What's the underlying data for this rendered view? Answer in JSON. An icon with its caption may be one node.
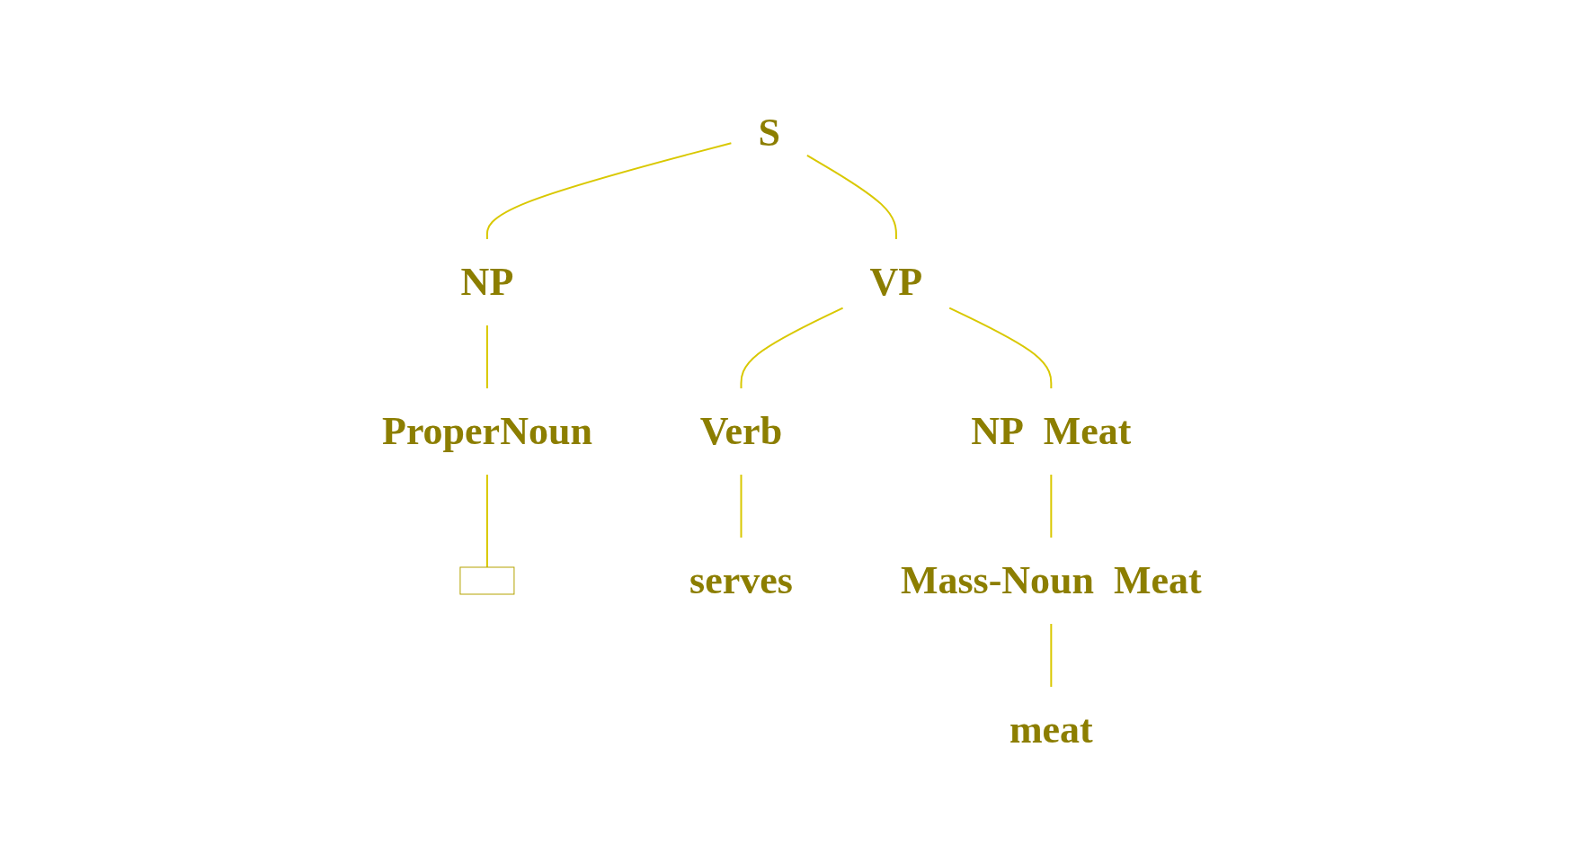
{
  "diagram": {
    "nodes": [
      {
        "text": [
          "S"
        ]
      },
      {
        "text": [
          "NP"
        ]
      },
      {
        "text": [
          "VP"
        ]
      },
      {
        "text": [
          "NP"
        ],
        "beside": [
          "Meat"
        ]
      },
      {
        "text": [
          "ProperNoun"
        ]
      },
      {
        "text": [
          "Verb"
        ]
      },
      {
        "text": [
          "Mass-Noun"
        ],
        "beside": [
          "Meat"
        ]
      },
      {
        "text": [],
        "shape": "box"
      },
      {
        "text": [
          "serves"
        ]
      },
      {
        "text": [
          "meat"
        ]
      }
    ],
    "edges": [
      {
        "from": 0,
        "to": 1,
        "arrow": "none"
      },
      {
        "from": 0,
        "to": 2,
        "arrow": "none"
      },
      {
        "from": 1,
        "to": 4,
        "arrow": "none"
      },
      {
        "from": 2,
        "to": 5,
        "arrow": "none"
      },
      {
        "from": 2,
        "to": 3,
        "arrow": "none"
      },
      {
        "from": 3,
        "to": 6,
        "arrow": "none"
      },
      {
        "from": 4,
        "to": 7,
        "arrow": "none"
      },
      {
        "from": 5,
        "to": 8,
        "arrow": "none"
      },
      {
        "from": 6,
        "to": 9,
        "arrow": "none"
      }
    ]
  }
}
